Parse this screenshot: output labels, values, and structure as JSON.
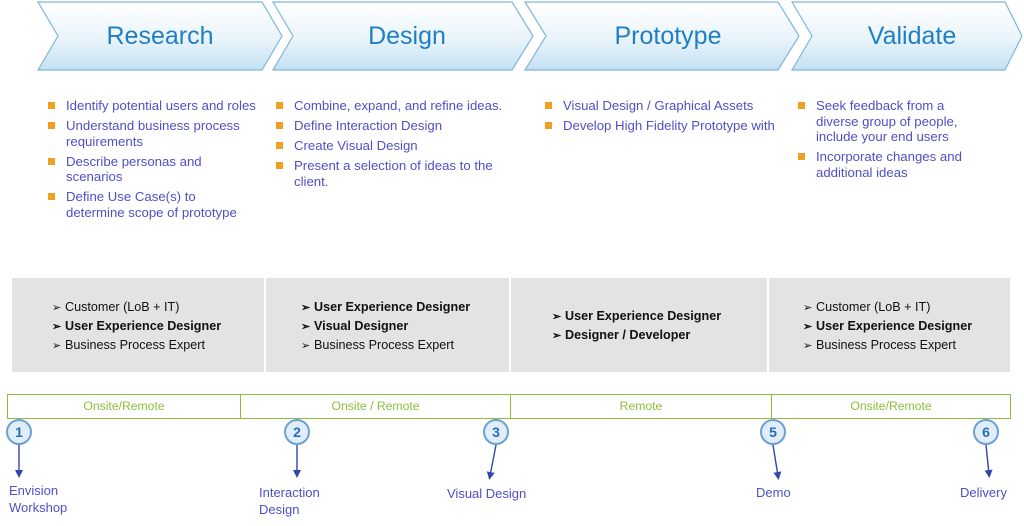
{
  "phases": [
    {
      "title": "Research"
    },
    {
      "title": "Design"
    },
    {
      "title": "Prototype"
    },
    {
      "title": "Validate"
    }
  ],
  "activities": [
    [
      "Identify potential users and roles",
      "Understand  business process requirements",
      "Describe personas and scenarios",
      "Define Use Case(s) to determine scope of prototype"
    ],
    [
      "Combine, expand, and refine ideas.",
      "Define Interaction  Design",
      "Create Visual Design",
      "Present a selection of ideas to the client."
    ],
    [
      "Visual Design / Graphical Assets",
      "Develop High Fidelity Prototype with"
    ],
    [
      "Seek feedback from a diverse group of people, include your end users",
      "Incorporate changes and additional ideas"
    ]
  ],
  "roles": [
    [
      {
        "text": "Customer (LoB + IT)",
        "bold": false
      },
      {
        "text": "User Experience Designer",
        "bold": true
      },
      {
        "text": "Business Process Expert",
        "bold": false
      }
    ],
    [
      {
        "text": "User Experience Designer",
        "bold": true
      },
      {
        "text": "Visual Designer",
        "bold": true
      },
      {
        "text": "Business Process Expert",
        "bold": false
      }
    ],
    [
      {
        "text": "User Experience Designer",
        "bold": true
      },
      {
        "text": "Designer  / Developer",
        "bold": true
      }
    ],
    [
      {
        "text": "Customer (LoB + IT)",
        "bold": false
      },
      {
        "text": "User Experience Designer",
        "bold": true
      },
      {
        "text": "Business Process Expert",
        "bold": false
      }
    ]
  ],
  "engagement": [
    "Onsite/Remote",
    "Onsite /  Remote",
    "Remote",
    "Onsite/Remote"
  ],
  "milestones": [
    {
      "number": "1",
      "label": "Envision Workshop"
    },
    {
      "number": "2",
      "label": "Interaction Design"
    },
    {
      "number": "3",
      "label": "Visual Design"
    },
    {
      "number": "5",
      "label": "Demo"
    },
    {
      "number": "6",
      "label": "Delivery"
    }
  ],
  "colors": {
    "phase_title": "#1f7fc4",
    "activity_text": "#4f4fc8",
    "bullet": "#f0a01e",
    "timeline": "#8dbd3c",
    "role_band": "#e3e3e3"
  }
}
